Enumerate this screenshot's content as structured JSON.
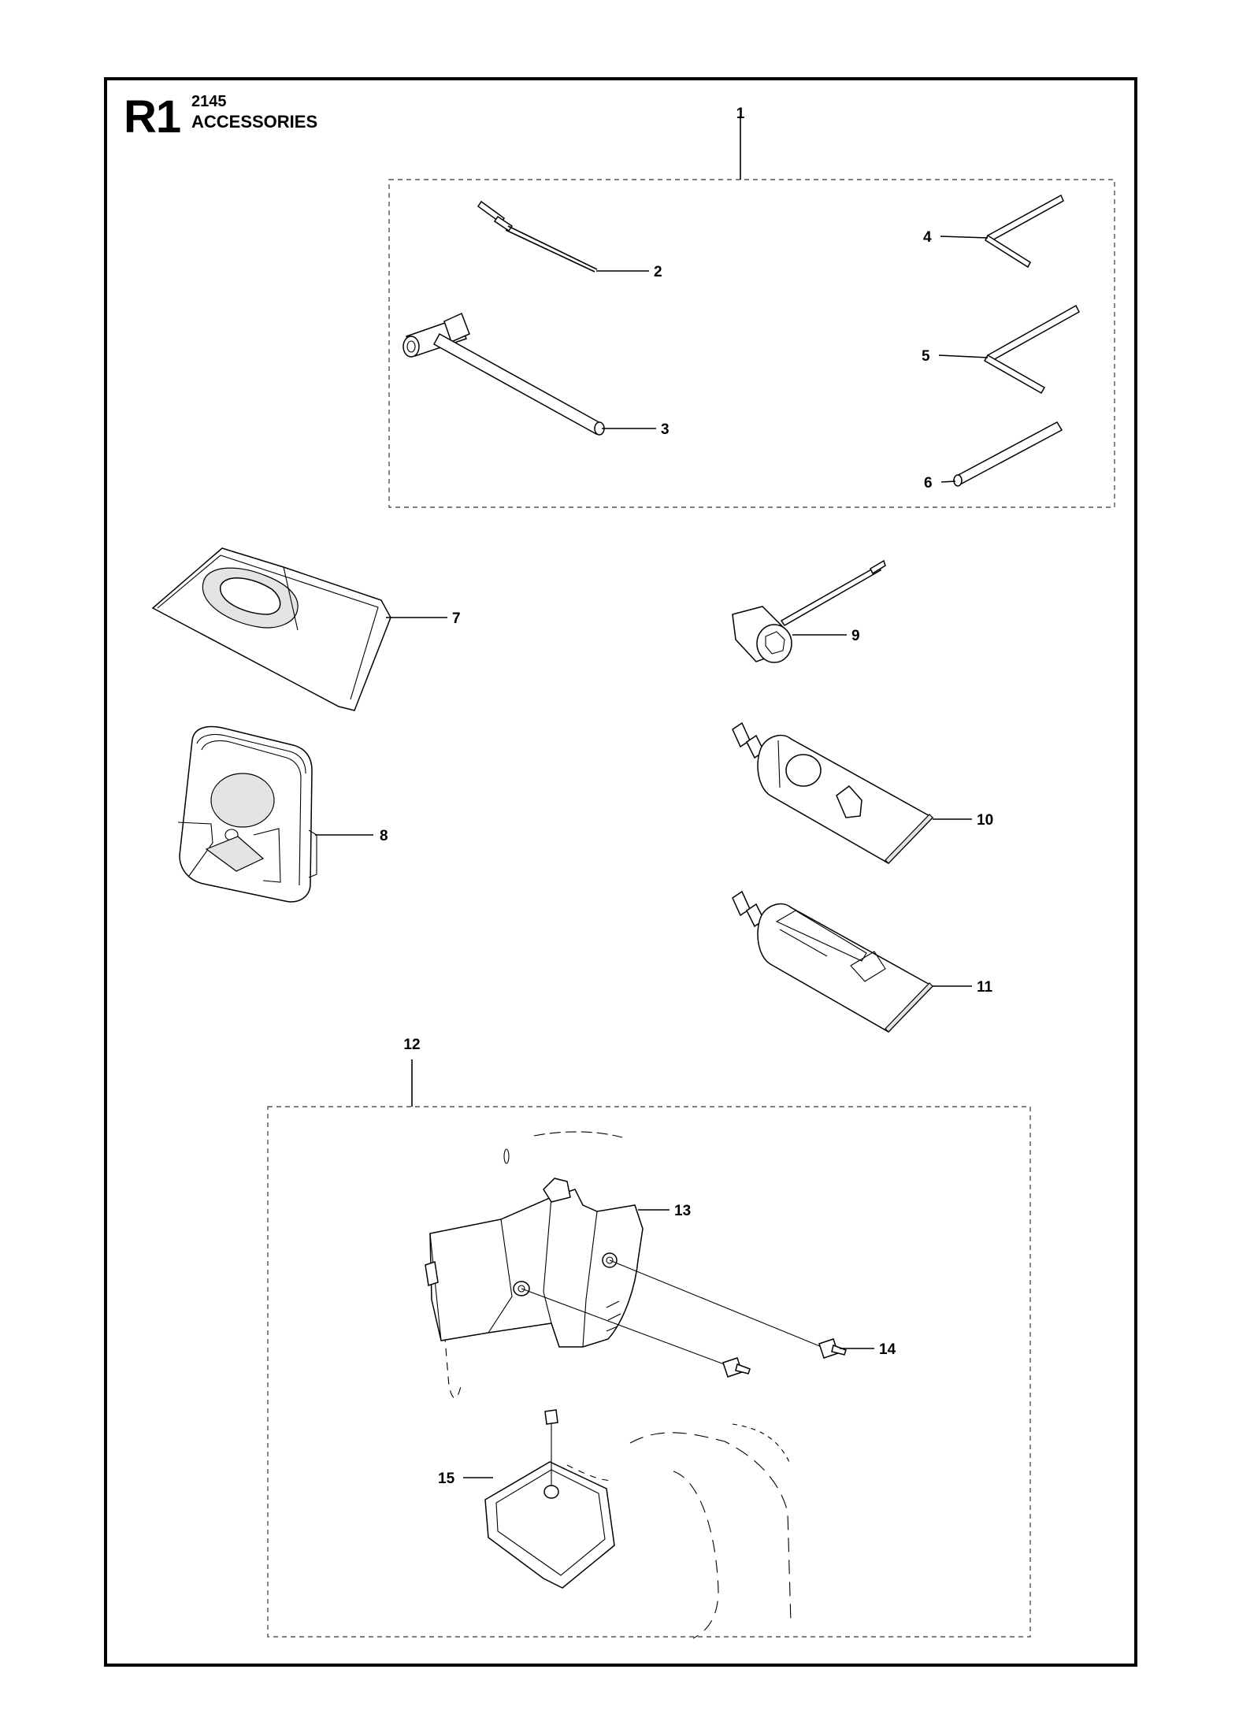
{
  "header": {
    "code": "R1",
    "model": "2145",
    "title": "ACCESSORIES"
  },
  "callouts": [
    "1",
    "2",
    "3",
    "4",
    "5",
    "6",
    "7",
    "8",
    "9",
    "10",
    "11",
    "12",
    "13",
    "14",
    "15"
  ]
}
